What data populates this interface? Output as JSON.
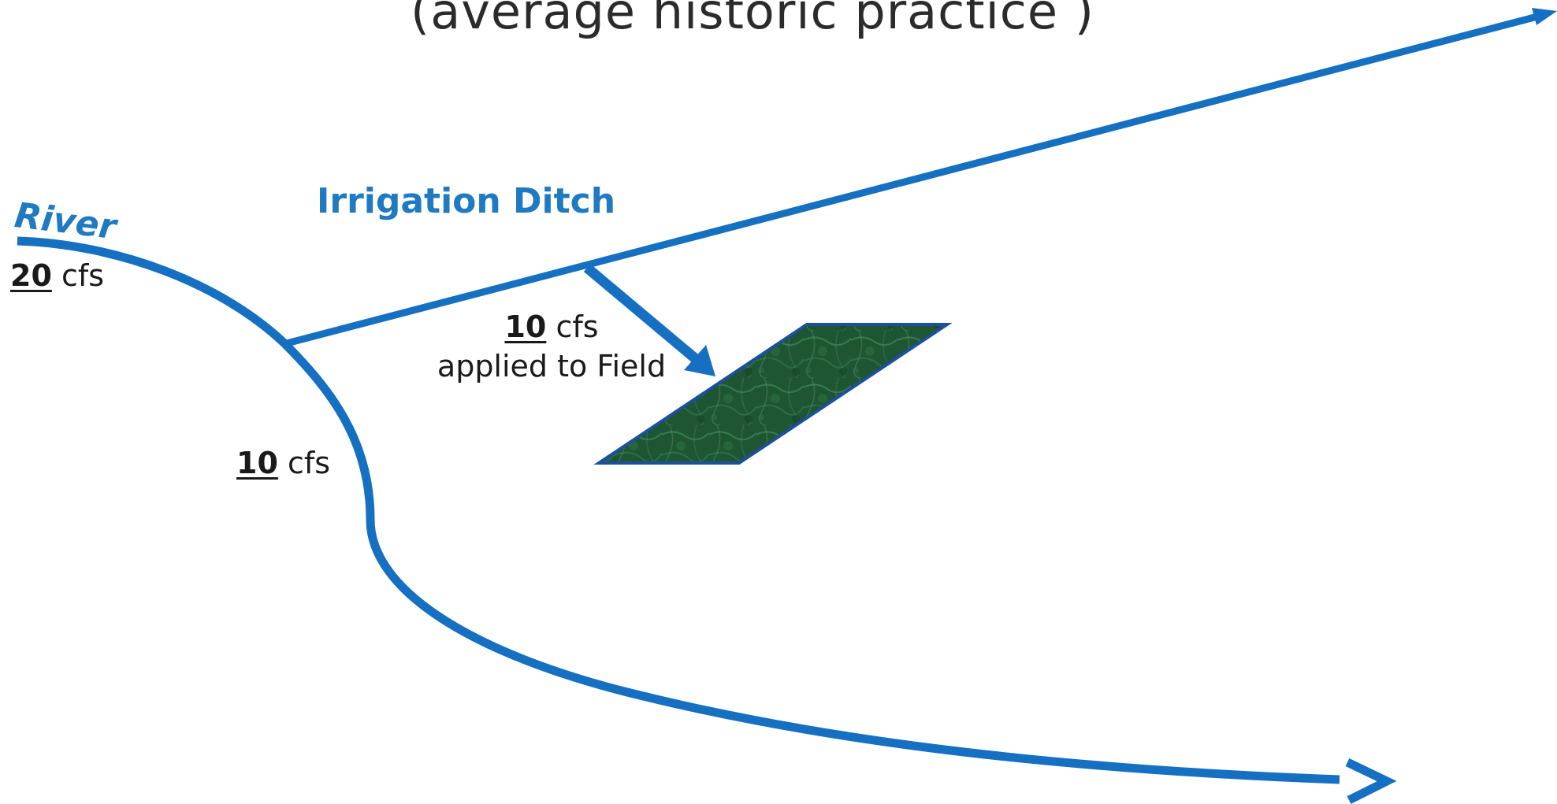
{
  "title": "(average historic practice )",
  "labels": {
    "river": "River",
    "irrigation_ditch": "Irrigation Ditch"
  },
  "flows": {
    "river_in": {
      "value": "20",
      "unit": "cfs"
    },
    "river_out": {
      "value": "10",
      "unit": "cfs"
    },
    "field": {
      "value": "10",
      "unit": "cfs",
      "note": "applied to Field"
    }
  },
  "colors": {
    "water": "#1570c2",
    "field_dark": "#1b4d2e",
    "field_light": "#3f8a57",
    "field_border": "#1c4f9c",
    "text": "#1a1a1a",
    "title_text": "#2b2b2b",
    "label_blue": "#1f7ac2"
  }
}
